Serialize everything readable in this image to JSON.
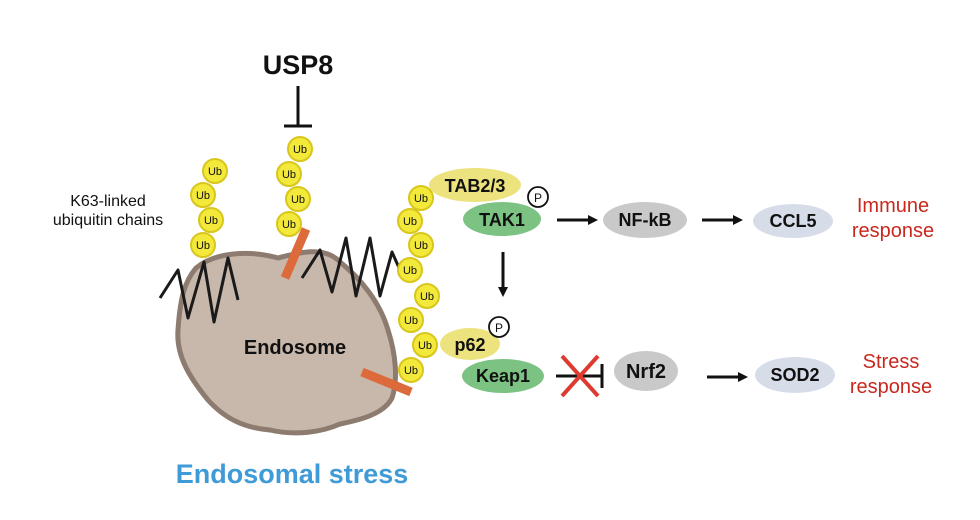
{
  "diagram": {
    "usp8": "USP8",
    "k63_line1": "K63-linked",
    "k63_line2": "ubiquitin chains",
    "endosome": "Endosome",
    "endosomal_stress": "Endosomal stress",
    "ub": "Ub",
    "tab23": "TAB2/3",
    "tak1": "TAK1",
    "phospho": "P",
    "nfkb": "NF-kB",
    "ccl5": "CCL5",
    "immune_line1": "Immune",
    "immune_line2": "response",
    "p62": "p62",
    "keap1": "Keap1",
    "nrf2": "Nrf2",
    "sod2": "SOD2",
    "stress_line1": "Stress",
    "stress_line2": "response"
  },
  "colors": {
    "ub_fill": "#f2e93a",
    "ub_stroke": "#d8c61c",
    "endosome_fill": "#c8b8ab",
    "endosome_stroke": "#8d7b6f",
    "anchor": "#dd6a3a",
    "tab23": "#ece27e",
    "tak1": "#7cc283",
    "grey_node": "#c9c9c9",
    "blue_node": "#d6dde9",
    "red_text": "#c8281e",
    "blue_text": "#3f9ad8",
    "cross": "#dc3b30"
  }
}
